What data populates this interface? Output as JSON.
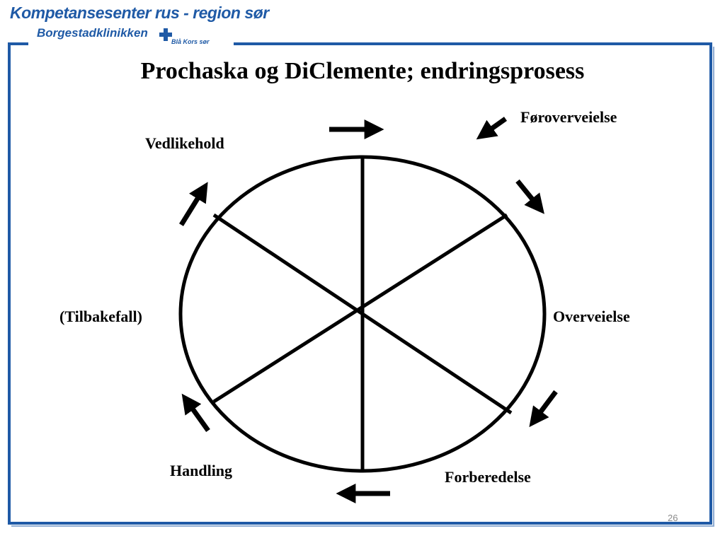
{
  "header": {
    "org_name": "Kompetansesenter rus - region sør",
    "clinic_name": "Borgestadklinikken",
    "partner_name": "Blå Kors sør"
  },
  "slide": {
    "title": "Prochaska og DiClemente; endringsprosess",
    "number": "26"
  },
  "diagram": {
    "stages": {
      "precontemplation": "Føroverveielse",
      "contemplation": "Overveielse",
      "preparation": "Forberedelse",
      "action": "Handling",
      "relapse": "(Tilbakefall)",
      "maintenance": "Vedlikehold"
    }
  },
  "colors": {
    "brand_blue": "#1f5aa6",
    "frame_blue": "#1f5aa6",
    "ink": "#000000"
  }
}
